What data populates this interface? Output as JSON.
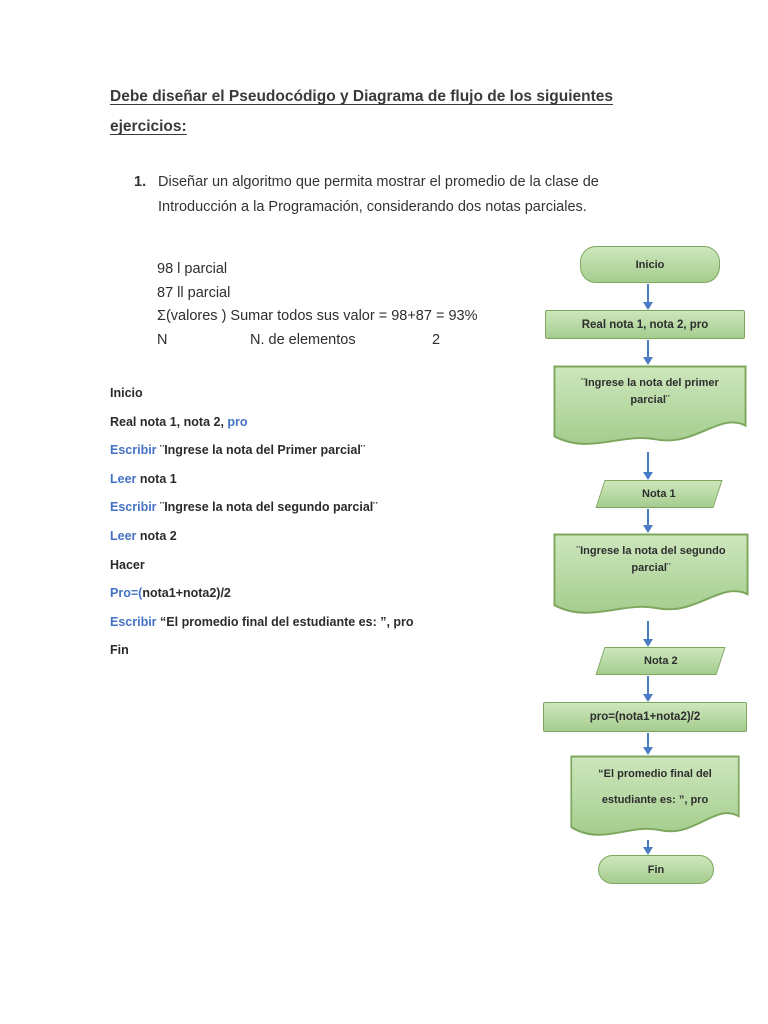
{
  "doc": {
    "title_line1": "Debe diseñar el Pseudocódigo y Diagrama de flujo de los siguientes",
    "title_line2": "ejercicios:"
  },
  "exercise": {
    "number": "1.",
    "text": "Diseñar un algoritmo que permita mostrar el promedio de la clase de Introducción a la Programación, considerando dos notas parciales."
  },
  "calc": {
    "line1": "98 l parcial",
    "line2": "87 ll parcial",
    "line3": "Σ(valores ) Sumar todos sus valor = 98+87 = 93%",
    "line4_col1": "N",
    "line4_col2": "N. de elementos",
    "line4_col3": "2"
  },
  "pseudocode": {
    "lines": [
      {
        "segments": [
          {
            "t": "Inicio",
            "c": "k"
          }
        ]
      },
      {
        "segments": [
          {
            "t": "Real nota 1, nota 2, ",
            "c": "k"
          },
          {
            "t": "pro",
            "c": "b"
          }
        ]
      },
      {
        "segments": [
          {
            "t": "Escribir ",
            "c": "b"
          },
          {
            "t": "¨Ingrese la nota del Primer parcial¨",
            "c": "k"
          }
        ]
      },
      {
        "segments": [
          {
            "t": "Leer ",
            "c": "b"
          },
          {
            "t": "nota 1",
            "c": "k"
          }
        ]
      },
      {
        "segments": [
          {
            "t": "Escribir ",
            "c": "b"
          },
          {
            "t": "¨Ingrese la nota del segundo parcial¨",
            "c": "k"
          }
        ]
      },
      {
        "segments": [
          {
            "t": "Leer ",
            "c": "b"
          },
          {
            "t": "nota 2",
            "c": "k"
          }
        ]
      },
      {
        "segments": [
          {
            "t": "Hacer",
            "c": "k"
          }
        ]
      },
      {
        "segments": [
          {
            "t": "Pro=(",
            "c": "b"
          },
          {
            "t": "nota1+nota2)/2",
            "c": "k"
          }
        ]
      },
      {
        "segments": [
          {
            "t": "Escribir ",
            "c": "b"
          },
          {
            "t": "“El promedio final del estudiante es: ”, pro",
            "c": "k"
          }
        ]
      },
      {
        "segments": [
          {
            "t": "Fin",
            "c": "k"
          }
        ]
      }
    ]
  },
  "flowchart": {
    "nodes": [
      {
        "id": "inicio",
        "type": "terminator",
        "label": "Inicio"
      },
      {
        "id": "real",
        "type": "process",
        "label": "Real nota 1, nota 2, pro"
      },
      {
        "id": "doc1",
        "type": "document",
        "label": "¨Ingrese la nota del primer parcial¨"
      },
      {
        "id": "nota1",
        "type": "data",
        "label": "Nota 1"
      },
      {
        "id": "doc2",
        "type": "document",
        "label": "¨Ingrese la nota del segundo parcial¨"
      },
      {
        "id": "nota2",
        "type": "data",
        "label": "Nota 2"
      },
      {
        "id": "formula",
        "type": "process",
        "label": "pro=(nota1+nota2)/2"
      },
      {
        "id": "doc3",
        "type": "document",
        "label": "“El promedio final del estudiante es: ”, pro"
      },
      {
        "id": "fin",
        "type": "terminator",
        "label": "Fin"
      }
    ],
    "colors": {
      "node_fill_top": "#cde7bd",
      "node_fill_bottom": "#a5cd8e",
      "node_border": "#7ea75e",
      "arrow": "#4a7cc4",
      "keyword_blue": "#4472c4",
      "text_dark": "#2e2e2e"
    }
  }
}
